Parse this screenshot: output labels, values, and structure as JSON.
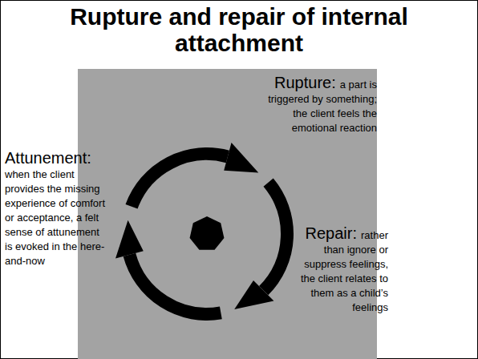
{
  "diagram": {
    "title": "Rupture and repair of internal attachment",
    "labels": [
      "Rupture:",
      "a part is triggered by something; the client feels the emotional reaction",
      "Repair:",
      "rather than ignore or suppress feelings, the client relates to them as a child’s feelings",
      "Attunement:",
      "when the client provides the missing experience of comfort or acceptance, a felt sense of attunement is evoked in the here-and-now"
    ]
  }
}
